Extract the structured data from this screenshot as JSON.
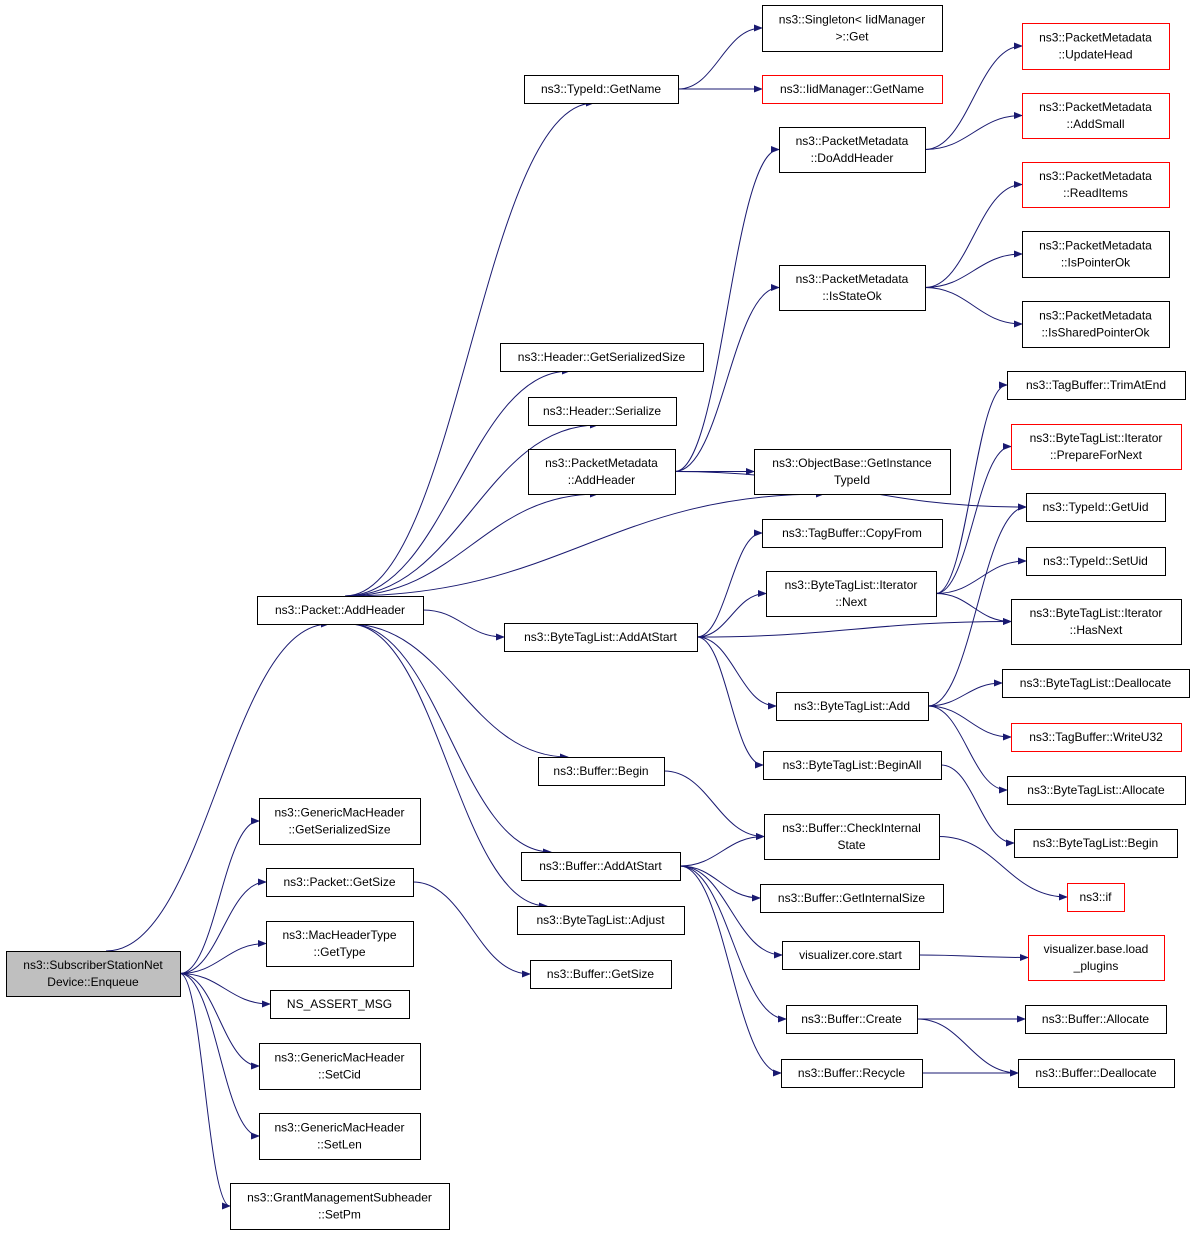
{
  "colors": {
    "edge": "#191970",
    "node_border": "#000000",
    "node_border_truncated": "#ff0000",
    "root_fill": "#bfbfbf",
    "node_fill": "#ffffff"
  },
  "nodes": [
    {
      "id": "root",
      "lines": [
        "ns3::SubscriberStationNet",
        "Device::Enqueue"
      ],
      "style": "root"
    },
    {
      "id": "packet_addheader",
      "lines": [
        "ns3::Packet::AddHeader"
      ],
      "style": "normal"
    },
    {
      "id": "generic_getserialized",
      "lines": [
        "ns3::GenericMacHeader",
        "::GetSerializedSize"
      ],
      "style": "normal"
    },
    {
      "id": "packet_getsize",
      "lines": [
        "ns3::Packet::GetSize"
      ],
      "style": "normal"
    },
    {
      "id": "macheadertype_gettype",
      "lines": [
        "ns3::MacHeaderType",
        "::GetType"
      ],
      "style": "normal"
    },
    {
      "id": "ns_assert_msg",
      "lines": [
        "NS_ASSERT_MSG"
      ],
      "style": "normal"
    },
    {
      "id": "generic_setcid",
      "lines": [
        "ns3::GenericMacHeader",
        "::SetCid"
      ],
      "style": "normal"
    },
    {
      "id": "generic_setlen",
      "lines": [
        "ns3::GenericMacHeader",
        "::SetLen"
      ],
      "style": "normal"
    },
    {
      "id": "grant_setpm",
      "lines": [
        "ns3::GrantManagementSubheader",
        "::SetPm"
      ],
      "style": "normal"
    },
    {
      "id": "typeid_getname",
      "lines": [
        "ns3::TypeId::GetName"
      ],
      "style": "normal"
    },
    {
      "id": "header_getserialized",
      "lines": [
        "ns3::Header::GetSerializedSize"
      ],
      "style": "normal"
    },
    {
      "id": "header_serialize",
      "lines": [
        "ns3::Header::Serialize"
      ],
      "style": "normal"
    },
    {
      "id": "pm_addheader",
      "lines": [
        "ns3::PacketMetadata",
        "::AddHeader"
      ],
      "style": "normal"
    },
    {
      "id": "btl_addatstart",
      "lines": [
        "ns3::ByteTagList::AddAtStart"
      ],
      "style": "normal"
    },
    {
      "id": "buffer_begin",
      "lines": [
        "ns3::Buffer::Begin"
      ],
      "style": "normal"
    },
    {
      "id": "buffer_addatstart",
      "lines": [
        "ns3::Buffer::AddAtStart"
      ],
      "style": "normal"
    },
    {
      "id": "btl_adjust",
      "lines": [
        "ns3::ByteTagList::Adjust"
      ],
      "style": "normal"
    },
    {
      "id": "buffer_getsize",
      "lines": [
        "ns3::Buffer::GetSize"
      ],
      "style": "normal"
    },
    {
      "id": "singleton_get",
      "lines": [
        "ns3::Singleton< IidManager",
        " >::Get"
      ],
      "style": "normal"
    },
    {
      "id": "iid_getname",
      "lines": [
        "ns3::IidManager::GetName"
      ],
      "style": "truncated"
    },
    {
      "id": "pm_doaddheader",
      "lines": [
        "ns3::PacketMetadata",
        "::DoAddHeader"
      ],
      "style": "normal"
    },
    {
      "id": "pm_isstateok",
      "lines": [
        "ns3::PacketMetadata",
        "::IsStateOk"
      ],
      "style": "normal"
    },
    {
      "id": "objectbase_getinstancetypeid",
      "lines": [
        "ns3::ObjectBase::GetInstance",
        "TypeId"
      ],
      "style": "normal"
    },
    {
      "id": "tagbuffer_copyfrom",
      "lines": [
        "ns3::TagBuffer::CopyFrom"
      ],
      "style": "normal"
    },
    {
      "id": "btl_iter_next",
      "lines": [
        "ns3::ByteTagList::Iterator",
        "::Next"
      ],
      "style": "normal"
    },
    {
      "id": "btl_add",
      "lines": [
        "ns3::ByteTagList::Add"
      ],
      "style": "normal"
    },
    {
      "id": "btl_beginall",
      "lines": [
        "ns3::ByteTagList::BeginAll"
      ],
      "style": "normal"
    },
    {
      "id": "buffer_checkinternal",
      "lines": [
        "ns3::Buffer::CheckInternal",
        "State"
      ],
      "style": "normal"
    },
    {
      "id": "buffer_getinternalsize",
      "lines": [
        "ns3::Buffer::GetInternalSize"
      ],
      "style": "normal"
    },
    {
      "id": "vis_core_start",
      "lines": [
        "visualizer.core.start"
      ],
      "style": "normal"
    },
    {
      "id": "buffer_create",
      "lines": [
        "ns3::Buffer::Create"
      ],
      "style": "normal"
    },
    {
      "id": "buffer_recycle",
      "lines": [
        "ns3::Buffer::Recycle"
      ],
      "style": "normal"
    },
    {
      "id": "pm_updatehead",
      "lines": [
        "ns3::PacketMetadata",
        "::UpdateHead"
      ],
      "style": "truncated"
    },
    {
      "id": "pm_addsmall",
      "lines": [
        "ns3::PacketMetadata",
        "::AddSmall"
      ],
      "style": "truncated"
    },
    {
      "id": "pm_readitems",
      "lines": [
        "ns3::PacketMetadata",
        "::ReadItems"
      ],
      "style": "truncated"
    },
    {
      "id": "pm_ispointerok",
      "lines": [
        "ns3::PacketMetadata",
        "::IsPointerOk"
      ],
      "style": "normal"
    },
    {
      "id": "pm_issharedpointerok",
      "lines": [
        "ns3::PacketMetadata",
        "::IsSharedPointerOk"
      ],
      "style": "normal"
    },
    {
      "id": "tagbuffer_trimatend",
      "lines": [
        "ns3::TagBuffer::TrimAtEnd"
      ],
      "style": "normal"
    },
    {
      "id": "btl_iter_prepare",
      "lines": [
        "ns3::ByteTagList::Iterator",
        "::PrepareForNext"
      ],
      "style": "truncated"
    },
    {
      "id": "typeid_getuid",
      "lines": [
        "ns3::TypeId::GetUid"
      ],
      "style": "normal"
    },
    {
      "id": "typeid_setuid",
      "lines": [
        "ns3::TypeId::SetUid"
      ],
      "style": "normal"
    },
    {
      "id": "btl_iter_hasnext",
      "lines": [
        "ns3::ByteTagList::Iterator",
        "::HasNext"
      ],
      "style": "normal"
    },
    {
      "id": "btl_deallocate",
      "lines": [
        "ns3::ByteTagList::Deallocate"
      ],
      "style": "normal"
    },
    {
      "id": "tagbuffer_writeu32",
      "lines": [
        "ns3::TagBuffer::WriteU32"
      ],
      "style": "truncated"
    },
    {
      "id": "btl_allocate",
      "lines": [
        "ns3::ByteTagList::Allocate"
      ],
      "style": "normal"
    },
    {
      "id": "btl_begin",
      "lines": [
        "ns3::ByteTagList::Begin"
      ],
      "style": "normal"
    },
    {
      "id": "ns3_if",
      "lines": [
        "ns3::if"
      ],
      "style": "truncated"
    },
    {
      "id": "vis_base_load",
      "lines": [
        "visualizer.base.load",
        "_plugins"
      ],
      "style": "truncated"
    },
    {
      "id": "buffer_allocate",
      "lines": [
        "ns3::Buffer::Allocate"
      ],
      "style": "normal"
    },
    {
      "id": "buffer_deallocate",
      "lines": [
        "ns3::Buffer::Deallocate"
      ],
      "style": "normal"
    }
  ],
  "edges": [
    [
      "root",
      "packet_addheader"
    ],
    [
      "root",
      "generic_getserialized"
    ],
    [
      "root",
      "packet_getsize"
    ],
    [
      "root",
      "macheadertype_gettype"
    ],
    [
      "root",
      "ns_assert_msg"
    ],
    [
      "root",
      "generic_setcid"
    ],
    [
      "root",
      "generic_setlen"
    ],
    [
      "root",
      "grant_setpm"
    ],
    [
      "packet_addheader",
      "typeid_getname"
    ],
    [
      "packet_addheader",
      "header_getserialized"
    ],
    [
      "packet_addheader",
      "header_serialize"
    ],
    [
      "packet_addheader",
      "pm_addheader"
    ],
    [
      "packet_addheader",
      "objectbase_getinstancetypeid"
    ],
    [
      "packet_addheader",
      "btl_addatstart"
    ],
    [
      "packet_addheader",
      "buffer_begin"
    ],
    [
      "packet_addheader",
      "buffer_addatstart"
    ],
    [
      "packet_addheader",
      "btl_adjust"
    ],
    [
      "packet_getsize",
      "buffer_getsize"
    ],
    [
      "typeid_getname",
      "singleton_get"
    ],
    [
      "typeid_getname",
      "iid_getname"
    ],
    [
      "pm_addheader",
      "pm_doaddheader"
    ],
    [
      "pm_addheader",
      "pm_isstateok"
    ],
    [
      "pm_addheader",
      "objectbase_getinstancetypeid"
    ],
    [
      "pm_addheader",
      "typeid_getuid"
    ],
    [
      "pm_doaddheader",
      "pm_updatehead"
    ],
    [
      "pm_doaddheader",
      "pm_addsmall"
    ],
    [
      "pm_isstateok",
      "pm_readitems"
    ],
    [
      "pm_isstateok",
      "pm_ispointerok"
    ],
    [
      "pm_isstateok",
      "pm_issharedpointerok"
    ],
    [
      "btl_addatstart",
      "tagbuffer_copyfrom"
    ],
    [
      "btl_addatstart",
      "btl_iter_next"
    ],
    [
      "btl_addatstart",
      "btl_iter_hasnext"
    ],
    [
      "btl_addatstart",
      "btl_add"
    ],
    [
      "btl_addatstart",
      "btl_beginall"
    ],
    [
      "btl_iter_next",
      "tagbuffer_trimatend"
    ],
    [
      "btl_iter_next",
      "btl_iter_prepare"
    ],
    [
      "btl_iter_next",
      "typeid_setuid"
    ],
    [
      "btl_iter_next",
      "btl_iter_hasnext"
    ],
    [
      "btl_add",
      "typeid_getuid"
    ],
    [
      "btl_add",
      "btl_deallocate"
    ],
    [
      "btl_add",
      "tagbuffer_writeu32"
    ],
    [
      "btl_add",
      "btl_allocate"
    ],
    [
      "btl_beginall",
      "btl_begin"
    ],
    [
      "buffer_begin",
      "buffer_checkinternal"
    ],
    [
      "buffer_addatstart",
      "buffer_checkinternal"
    ],
    [
      "buffer_addatstart",
      "buffer_getinternalsize"
    ],
    [
      "buffer_addatstart",
      "vis_core_start"
    ],
    [
      "buffer_addatstart",
      "buffer_create"
    ],
    [
      "buffer_addatstart",
      "buffer_recycle"
    ],
    [
      "buffer_checkinternal",
      "ns3_if"
    ],
    [
      "vis_core_start",
      "vis_base_load"
    ],
    [
      "buffer_create",
      "buffer_allocate"
    ],
    [
      "buffer_create",
      "buffer_deallocate"
    ],
    [
      "buffer_recycle",
      "buffer_deallocate"
    ]
  ]
}
